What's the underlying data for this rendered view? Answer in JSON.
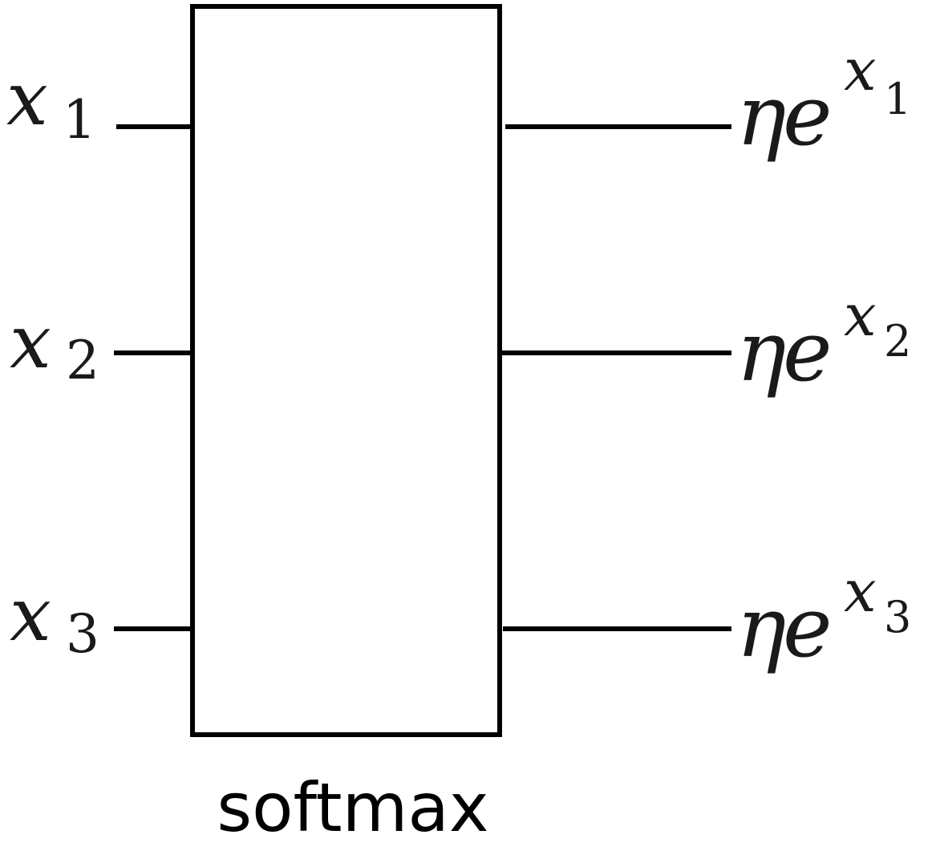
{
  "diagram": {
    "box_label": "softmax",
    "inputs": [
      {
        "var": "x",
        "sub": "1"
      },
      {
        "var": "x",
        "sub": "2"
      },
      {
        "var": "x",
        "sub": "3"
      }
    ],
    "outputs": [
      {
        "coef": "η",
        "base": "e",
        "exp_var": "x",
        "exp_sub": "1"
      },
      {
        "coef": "η",
        "base": "e",
        "exp_var": "x",
        "exp_sub": "2"
      },
      {
        "coef": "η",
        "base": "e",
        "exp_var": "x",
        "exp_sub": "3"
      }
    ],
    "colors": {
      "stroke": "#000000",
      "text": "#1a1a1a",
      "background": "#ffffff"
    }
  }
}
